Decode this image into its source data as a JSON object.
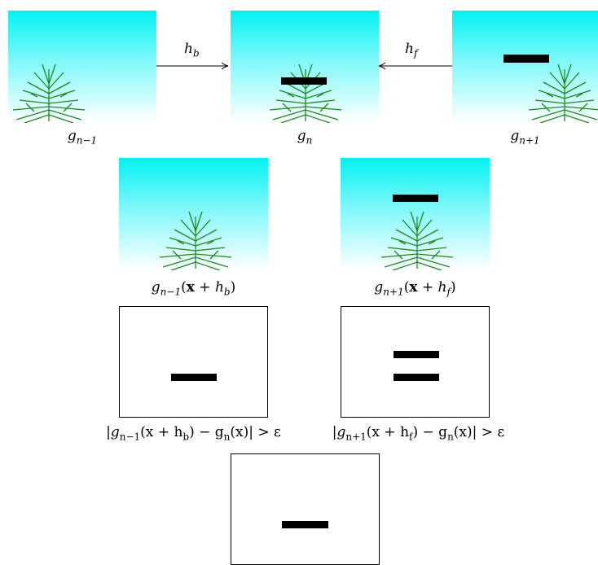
{
  "frames": {
    "prev": {
      "label": "g",
      "sub": "n−1"
    },
    "curr": {
      "label": "g",
      "sub": "n"
    },
    "next": {
      "label": "g",
      "sub": "n+1"
    }
  },
  "arrows": {
    "backward": {
      "label": "h",
      "sub": "b"
    },
    "forward": {
      "label": "h",
      "sub": "f"
    }
  },
  "compensated": {
    "prev": {
      "pre": "g",
      "sub": "n−1",
      "open": "(",
      "x": "x",
      "plus": " + ",
      "h": "h",
      "hsub": "b",
      "close": ")"
    },
    "next": {
      "pre": "g",
      "sub": "n+1",
      "open": "(",
      "x": "x",
      "plus": " + ",
      "h": "h",
      "hsub": "f",
      "close": ")"
    }
  },
  "differences": {
    "prev": {
      "text": "|g",
      "sub": "n−1",
      "mid": "(x + h",
      "hsub": "b",
      "tail": ") − g",
      "nsub": "n",
      "end": "(x)| > ε"
    },
    "next": {
      "text": "|g",
      "sub": "n+1",
      "mid": "(x + h",
      "hsub": "f",
      "tail": ") − g",
      "nsub": "n",
      "end": "(x)| > ε"
    }
  },
  "colors": {
    "sky_top": "#00f2f4",
    "tree": "#1a8a1a",
    "object": "#000000"
  }
}
